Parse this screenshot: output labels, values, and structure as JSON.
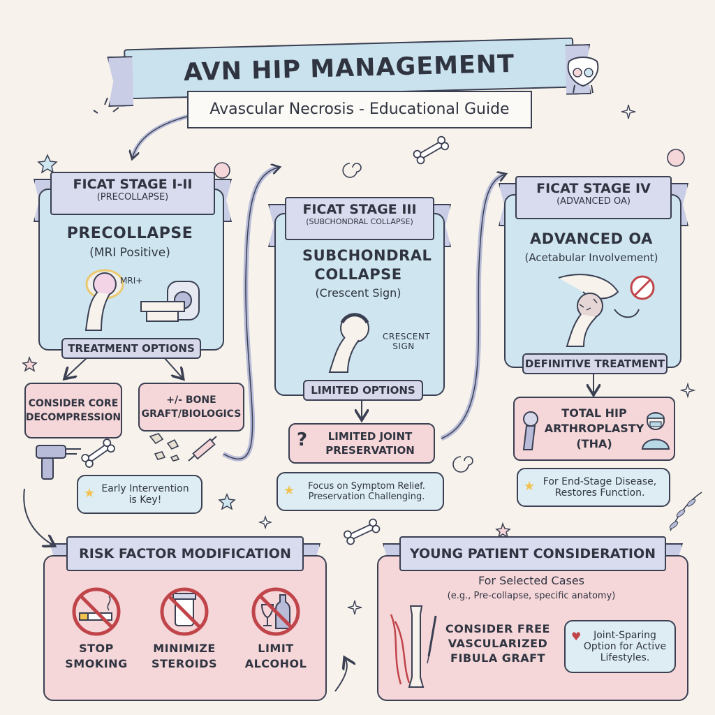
{
  "header": {
    "title": "AVN HIP MANAGEMENT FLOWCHART",
    "subtitle": "Avascular Necrosis - Educational Guide"
  },
  "stage1": {
    "banner": "FICAT STAGE I-II",
    "banner_sub": "(PRECOLLAPSE)",
    "heading": "PRECOLLAPSE",
    "heading_sub": "(MRI Positive)",
    "mri_label": "MRI+",
    "tag": "TREATMENT OPTIONS",
    "option1": "CONSIDER CORE DECOMPRESSION",
    "option2": "+/- BONE GRAFT/BIOLOGICS",
    "note": "Early Intervention is Key!"
  },
  "stage3": {
    "banner": "FICAT STAGE III",
    "banner_sub": "(SUBCHONDRAL COLLAPSE)",
    "heading": "SUBCHONDRAL COLLAPSE",
    "heading_sub": "(Crescent Sign)",
    "crescent_label": "CRESCENT SIGN",
    "tag": "LIMITED OPTIONS",
    "option": "LIMITED JOINT PRESERVATION",
    "note": "Focus on Symptom Relief. Preservation Challenging."
  },
  "stage4": {
    "banner": "FICAT STAGE IV",
    "banner_sub": "(ADVANCED OA)",
    "heading": "ADVANCED OA",
    "heading_sub": "(Acetabular Involvement)",
    "tag": "DEFINITIVE TREATMENT",
    "option": "TOTAL HIP ARTHROPLASTY (THA)",
    "note": "For End-Stage Disease, Restores Function."
  },
  "risk": {
    "banner": "RISK FACTOR MODIFICATION",
    "items": [
      "STOP SMOKING",
      "MINIMIZE STEROIDS",
      "LIMIT ALCOHOL"
    ]
  },
  "young": {
    "banner": "YOUNG PATIENT CONSIDERATION",
    "intro": "For Selected Cases",
    "intro_sub": "(e.g., Pre-collapse, specific anatomy)",
    "option": "CONSIDER FREE VASCULARIZED FIBULA GRAFT",
    "note": "Joint-Sparing Option for Active Lifestyles."
  },
  "colors": {
    "ink": "#3a3f52",
    "blue": "#cfe6f0",
    "pink": "#f5d6d9",
    "lavender": "#d9dcef",
    "star": "#f2c14e",
    "prohibit": "#c0454a"
  }
}
